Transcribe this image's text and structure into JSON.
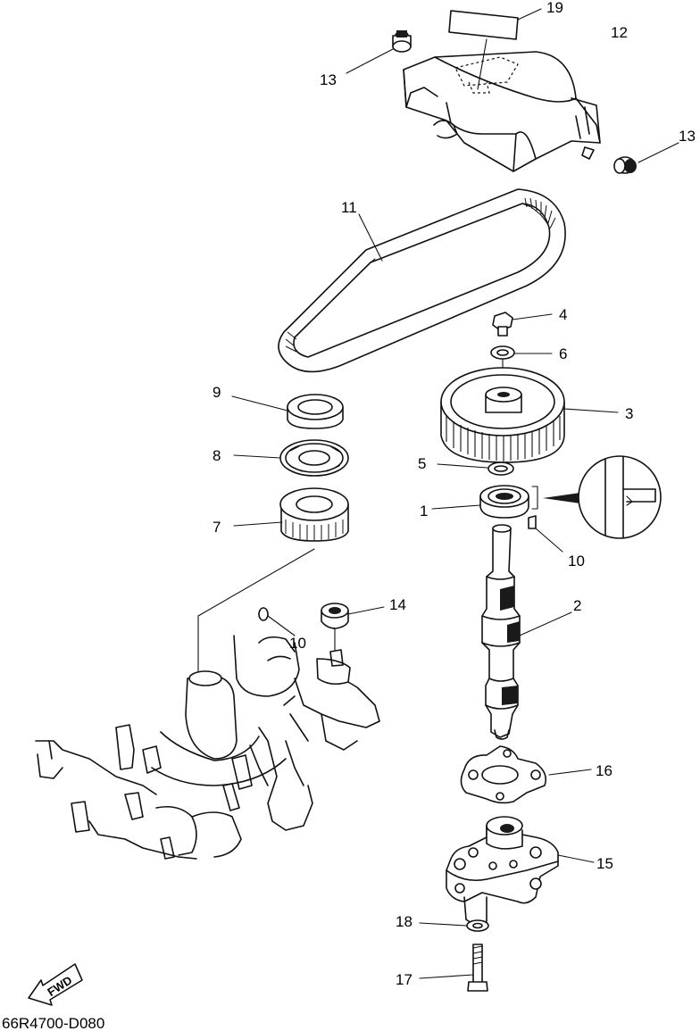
{
  "diagram": {
    "drawing_code": "66R4700-D080",
    "direction_marker": "FWD",
    "callouts": [
      {
        "id": "19",
        "text": "19"
      },
      {
        "id": "12",
        "text": "12"
      },
      {
        "id": "13a",
        "text": "13"
      },
      {
        "id": "13b",
        "text": "13"
      },
      {
        "id": "11",
        "text": "11"
      },
      {
        "id": "4",
        "text": "4"
      },
      {
        "id": "6",
        "text": "6"
      },
      {
        "id": "9",
        "text": "9"
      },
      {
        "id": "3",
        "text": "3"
      },
      {
        "id": "8",
        "text": "8"
      },
      {
        "id": "5",
        "text": "5"
      },
      {
        "id": "1",
        "text": "1"
      },
      {
        "id": "7",
        "text": "7"
      },
      {
        "id": "10a",
        "text": "10"
      },
      {
        "id": "2",
        "text": "2"
      },
      {
        "id": "14",
        "text": "14"
      },
      {
        "id": "10b",
        "text": "10"
      },
      {
        "id": "16",
        "text": "16"
      },
      {
        "id": "15",
        "text": "15"
      },
      {
        "id": "18",
        "text": "18"
      },
      {
        "id": "17",
        "text": "17"
      }
    ]
  }
}
